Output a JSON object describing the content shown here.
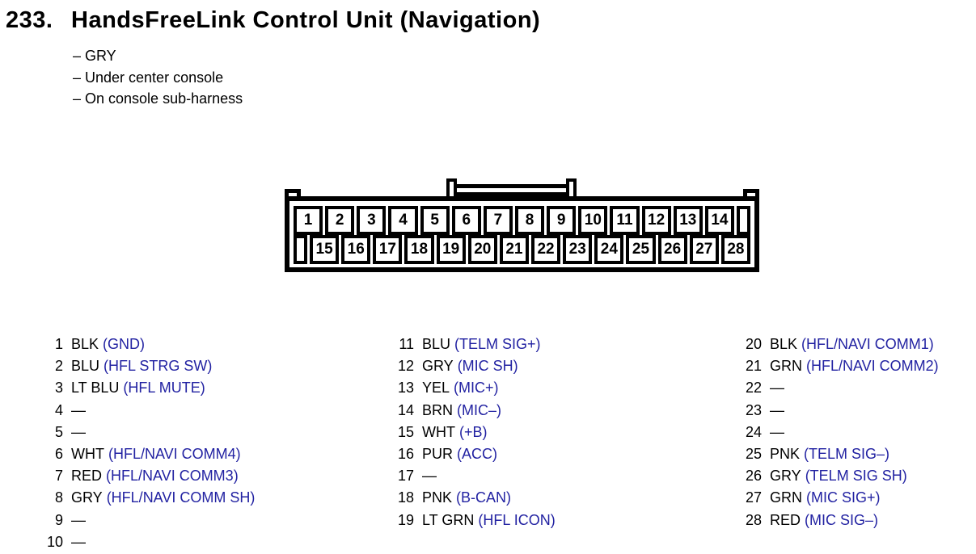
{
  "header": {
    "index_number": "233.",
    "title": "HandsFreeLink Control Unit (Navigation)",
    "details": [
      "– GRY",
      "– Under center console",
      "– On console sub-harness"
    ]
  },
  "connector": {
    "top_row": [
      "1",
      "2",
      "3",
      "4",
      "5",
      "6",
      "7",
      "8",
      "9",
      "10",
      "11",
      "12",
      "13",
      "14",
      ""
    ],
    "bottom_row": [
      "",
      "15",
      "16",
      "17",
      "18",
      "19",
      "20",
      "21",
      "22",
      "23",
      "24",
      "25",
      "26",
      "27",
      "28"
    ]
  },
  "pin_list": {
    "columns": [
      {
        "pins": [
          {
            "num": "1",
            "color": "BLK",
            "signal": "(GND)"
          },
          {
            "num": "2",
            "color": "BLU",
            "signal": "(HFL STRG SW)"
          },
          {
            "num": "3",
            "color": "LT BLU",
            "signal": "(HFL MUTE)"
          },
          {
            "num": "4",
            "color": "—",
            "signal": ""
          },
          {
            "num": "5",
            "color": "—",
            "signal": ""
          },
          {
            "num": "6",
            "color": "WHT",
            "signal": "(HFL/NAVI COMM4)"
          },
          {
            "num": "7",
            "color": "RED",
            "signal": "(HFL/NAVI COMM3)"
          },
          {
            "num": "8",
            "color": "GRY",
            "signal": "(HFL/NAVI COMM SH)"
          },
          {
            "num": "9",
            "color": "—",
            "signal": ""
          },
          {
            "num": "10",
            "color": "—",
            "signal": ""
          }
        ]
      },
      {
        "pins": [
          {
            "num": "11",
            "color": "BLU",
            "signal": "(TELM SIG+)"
          },
          {
            "num": "12",
            "color": "GRY",
            "signal": "(MIC SH)"
          },
          {
            "num": "13",
            "color": "YEL",
            "signal": "(MIC+)"
          },
          {
            "num": "14",
            "color": "BRN",
            "signal": "(MIC–)"
          },
          {
            "num": "15",
            "color": "WHT",
            "signal": "(+B)"
          },
          {
            "num": "16",
            "color": "PUR",
            "signal": "(ACC)"
          },
          {
            "num": "17",
            "color": "—",
            "signal": ""
          },
          {
            "num": "18",
            "color": "PNK",
            "signal": "(B-CAN)"
          },
          {
            "num": "19",
            "color": "LT GRN",
            "signal": "(HFL ICON)"
          }
        ]
      },
      {
        "pins": [
          {
            "num": "20",
            "color": "BLK",
            "signal": "(HFL/NAVI COMM1)"
          },
          {
            "num": "21",
            "color": "GRN",
            "signal": "(HFL/NAVI COMM2)"
          },
          {
            "num": "22",
            "color": "—",
            "signal": ""
          },
          {
            "num": "23",
            "color": "—",
            "signal": ""
          },
          {
            "num": "24",
            "color": "—",
            "signal": ""
          },
          {
            "num": "25",
            "color": "PNK",
            "signal": "(TELM SIG–)"
          },
          {
            "num": "26",
            "color": "GRY",
            "signal": "(TELM SIG SH)"
          },
          {
            "num": "27",
            "color": "GRN",
            "signal": "(MIC SIG+)"
          },
          {
            "num": "28",
            "color": "RED",
            "signal": "(MIC SIG–)"
          }
        ]
      }
    ]
  },
  "colors": {
    "signal_blue": "#2222a2",
    "text_black": "#000000",
    "background": "#ffffff"
  }
}
